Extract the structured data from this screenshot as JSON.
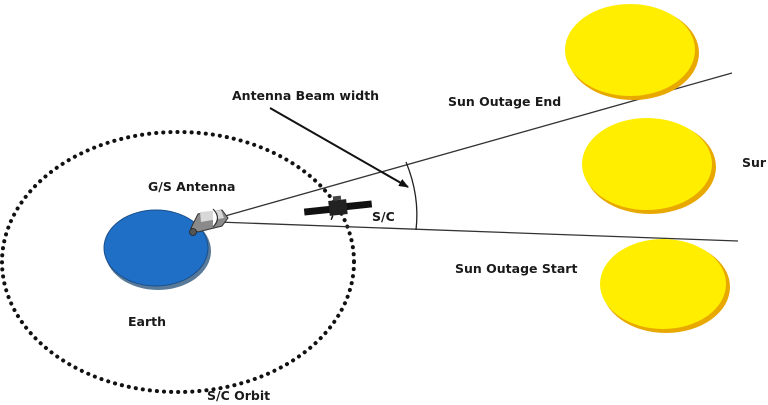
{
  "labels": {
    "beam_width": "Antenna Beam width",
    "outage_end": "Sun Outage End",
    "outage_start": "Sun Outage Start",
    "sun_partial": "Sur",
    "gs_antenna": "G/S Antenna",
    "sc": "S/C",
    "earth": "Earth",
    "orbit": "S/C Orbit"
  },
  "icons": {
    "sun": "sun-disc",
    "earth": "earth-disc",
    "antenna": "dish-antenna-icon",
    "spacecraft": "satellite-icon"
  },
  "colors": {
    "sun_fill": "#ffee00",
    "sun_shadow": "#e8a800",
    "earth_fill": "#1f6fc7",
    "earth_shadow": "#5a7a9a",
    "line": "#333333"
  }
}
